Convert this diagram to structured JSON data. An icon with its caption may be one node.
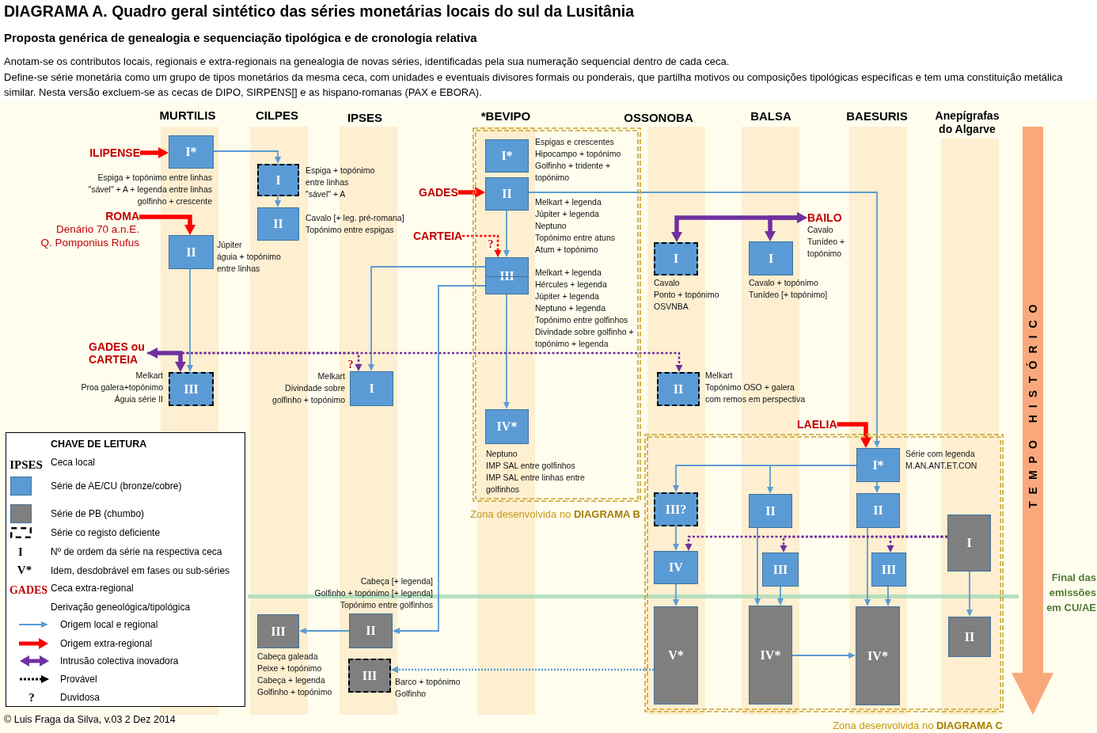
{
  "diagram": {
    "title": "DIAGRAMA A. Quadro geral sintético das séries monetárias locais do sul da Lusitânia",
    "nodes": [
      {
        "text": [
          "ILIPENSE"
        ]
      },
      {
        "text": [
          "I*"
        ],
        "beside": [
          "Espiga + topónimo entre linhas",
          "\"sável\" + A + legenda entre linhas",
          "golfinho + crescente"
        ]
      },
      {
        "text": [
          "I"
        ],
        "beside": [
          "Espiga + topónimo entre linhas",
          "\"sável\" + A"
        ]
      },
      {
        "text": [
          "II"
        ],
        "beside": [
          "Cavalo [+ leg. pré-romana]",
          "Topónimo entre espigas"
        ]
      },
      {
        "text": [
          "Zona desenvolvida no **DIAGRAMA B**"
        ]
      },
      {
        "text": [
          "I*"
        ],
        "in": 4,
        "beside": [
          "Espigas e crescentes",
          "Hipocampo + topónimo",
          "Golfinho + tridente + topónimo"
        ]
      },
      {
        "text": [
          "GADES"
        ]
      },
      {
        "text": [
          "II"
        ],
        "in": 4,
        "beside": [
          "Melkart + legenda",
          "Júpiter + legenda",
          "Neptuno",
          "Topónimo entre atuns",
          "Atum + topónimo"
        ]
      },
      {
        "text": [
          "ROMA",
          "Denário 70 a.n.E.",
          "Q. Pomponius Rufus"
        ]
      },
      {
        "text": [
          "II"
        ],
        "beside": [
          "Júpiter",
          "águia + topónimo entre linhas"
        ]
      },
      {
        "text": [
          "CARTEIA"
        ]
      },
      {
        "text": [
          "III"
        ],
        "in": 4,
        "beside": [
          "Melkart + legenda",
          "Hércules + legenda",
          "Júpiter + legenda",
          "Neptuno + legenda",
          "Topónimo entre golfinhos",
          "Divindade sobre golfinho + topónimo + legenda"
        ]
      },
      {
        "text": [
          "BAILO"
        ],
        "beside": [
          "Cavalo",
          "Tunídeo + topónimo"
        ]
      },
      {
        "text": [
          "I"
        ],
        "beside": [
          "Cavalo",
          "Ponto + topónimo OSVNBA"
        ]
      },
      {
        "text": [
          "I"
        ],
        "beside": [
          "Cavalo + topónimo",
          "Tunídeo [+ topónimo]"
        ]
      },
      {
        "text": [
          "GADES ou CARTEIA"
        ]
      },
      {
        "text": [
          "III"
        ],
        "beside": [
          "Melkart",
          "Proa galera+topónimo",
          "Águia série II"
        ]
      },
      {
        "text": [
          "I"
        ],
        "beside": [
          "Melkart",
          "Divindade sobre golfinho + topónimo"
        ]
      },
      {
        "text": [
          "II"
        ],
        "beside": [
          "Melkart",
          "Topónimo OSO + galera com remos em perspectiva"
        ]
      },
      {
        "text": [
          "IV*"
        ],
        "in": 4,
        "beside": [
          "Neptuno",
          "IMP SAL entre golfinhos",
          "IMP SAL entre linhas entre golfinhos"
        ]
      },
      {
        "text": [
          "LAELIA"
        ]
      },
      {
        "text": [
          "Zona desenvolvida no **DIAGRAMA C**"
        ]
      },
      {
        "text": [
          "I*"
        ],
        "in": 21,
        "beside": [
          "Série com legenda M.AN.ANT.ET.CON"
        ]
      },
      {
        "text": [
          "III?"
        ],
        "in": 21
      },
      {
        "text": [
          "II"
        ],
        "in": 21
      },
      {
        "text": [
          "II"
        ],
        "in": 21
      },
      {
        "text": [
          "I"
        ],
        "in": 21
      },
      {
        "text": [
          "IV"
        ],
        "in": 21
      },
      {
        "text": [
          "III"
        ],
        "in": 21
      },
      {
        "text": [
          "III"
        ],
        "in": 21
      },
      {
        "text": [
          "V*"
        ],
        "in": 21
      },
      {
        "text": [
          "IV*"
        ],
        "in": 21
      },
      {
        "text": [
          "IV*"
        ],
        "in": 21
      },
      {
        "text": [
          "II"
        ],
        "in": 21
      },
      {
        "text": [
          "II"
        ],
        "beside": [
          "Cabeça [+ legenda]",
          "Golfinho + topónimo [+ legenda]",
          "Topónimo entre golfinhos"
        ]
      },
      {
        "text": [
          "III"
        ],
        "beside": [
          "Cabeça galeada",
          "Peixe + topónimo",
          "Cabeça + legenda",
          "Golfinho + topónimo"
        ]
      },
      {
        "text": [
          "III"
        ],
        "beside": [
          "Barco + topónimo",
          "Golfinho"
        ]
      }
    ],
    "edges": [
      {
        "from": 0,
        "to": 1,
        "arrow": "to",
        "style": "thick",
        "color": "#ff0000"
      },
      {
        "from": 1,
        "to": 2,
        "arrow": "to"
      },
      {
        "from": 2,
        "to": 3,
        "arrow": "to"
      },
      {
        "from": 8,
        "to": 9,
        "arrow": "to",
        "style": "thick",
        "color": "#ff0000"
      },
      {
        "from": 9,
        "to": 16,
        "arrow": "to"
      },
      {
        "from": 6,
        "to": 7,
        "arrow": "to",
        "style": "thick",
        "color": "#ff0000"
      },
      {
        "from": 7,
        "to": 11,
        "arrow": "to"
      },
      {
        "from": 10,
        "to": 11,
        "arrow": "to",
        "label": "?",
        "style": "dashed",
        "color": "#ff0000"
      },
      {
        "from": 7,
        "to": 22,
        "arrow": "to"
      },
      {
        "from": 11,
        "to": 17,
        "arrow": "to"
      },
      {
        "from": 11,
        "to": 34,
        "arrow": "to"
      },
      {
        "from": 11,
        "to": 19,
        "arrow": "to"
      },
      {
        "from": 12,
        "to": 13,
        "arrow": "both",
        "style": "thick",
        "color": "#7030a0"
      },
      {
        "from": 12,
        "to": 14,
        "arrow": "both",
        "style": "thick",
        "color": "#7030a0"
      },
      {
        "from": 15,
        "to": 16,
        "arrow": "both",
        "style": "thick",
        "color": "#7030a0"
      },
      {
        "from": 15,
        "to": 17,
        "arrow": "to",
        "label": "?",
        "style": "dashed",
        "color": "#7030a0"
      },
      {
        "from": 15,
        "to": 18,
        "arrow": "to",
        "style": "dashed",
        "color": "#7030a0"
      },
      {
        "from": 20,
        "to": 22,
        "arrow": "to",
        "style": "thick",
        "color": "#ff0000"
      },
      {
        "from": 22,
        "to": 23,
        "arrow": "to"
      },
      {
        "from": 22,
        "to": 24,
        "arrow": "to"
      },
      {
        "from": 22,
        "to": 25,
        "arrow": "to"
      },
      {
        "from": 23,
        "to": 27,
        "arrow": "to"
      },
      {
        "from": 27,
        "to": 30,
        "arrow": "to"
      },
      {
        "from": 24,
        "to": 31,
        "arrow": "to"
      },
      {
        "from": 28,
        "to": 31,
        "arrow": "to"
      },
      {
        "from": 25,
        "to": 32,
        "arrow": "to"
      },
      {
        "from": 29,
        "to": 32,
        "arrow": "to"
      },
      {
        "from": 31,
        "to": 32,
        "arrow": "to"
      },
      {
        "from": 26,
        "to": 27,
        "arrow": "to",
        "style": "dashed",
        "color": "#7030a0"
      },
      {
        "from": 26,
        "to": 28,
        "arrow": "to",
        "style": "dashed",
        "color": "#7030a0"
      },
      {
        "from": 26,
        "to": 29,
        "arrow": "to",
        "style": "dashed",
        "color": "#7030a0"
      },
      {
        "from": 26,
        "to": 33,
        "arrow": "to"
      },
      {
        "from": 30,
        "to": 36,
        "arrow": "to",
        "style": "dashed"
      },
      {
        "from": 34,
        "to": 35,
        "arrow": "to"
      }
    ],
    "labels": [
      "Proposta genérica de genealogia e sequenciação tipológica e de cronologia relativa",
      "Anotam-se os contributos locais, regionais e extra-regionais na genealogia de novas séries, identificadas pela sua numeração sequencial dentro de cada ceca.",
      "Define-se série monetária como um grupo de tipos monetários da mesma ceca, com unidades e eventuais divisores formais ou ponderais, que partilha motivos ou composições tipológicas específicas e tem uma constituição metálica similar. Nesta versão excluem-se as cecas de DIPO, SIRPENS[] e as hispano-romanas (PAX e EBORA).",
      "MURTILIS",
      "CILPES",
      "IPSES",
      "*BEVIPO",
      "OSSONOBA",
      "BALSA",
      "BAESURIS",
      "Anepígrafas do Algarve",
      "TEMPO HISTÓRICO",
      "Final das emissões em CU/AE",
      "CHAVE DE LEITURA",
      "IPSES",
      "I",
      "V*",
      "GADES",
      "?",
      "© Luis Fraga da Silva, v.03 2 Dez 2014"
    ],
    "legend": [
      {
        "text": "Ceca local"
      },
      {
        "text": "Série de AE/CU (bronze/cobre)",
        "color": "#5b9bd5"
      },
      {
        "text": "Série de PB (chumbo)",
        "color": "#7f7f7f"
      },
      {
        "text": "Série co registo deficiente"
      },
      {
        "text": "Nº de ordem da série na respectiva ceca"
      },
      {
        "text": "Idem, desdobrável em fases ou sub-séries"
      },
      {
        "text": "Ceca extra-regional"
      },
      {
        "text": "Derivação geneológica/tipológica"
      },
      {
        "text": "Origem local e regional"
      },
      {
        "text": "Origem extra-regional"
      },
      {
        "text": "Intrusão colectiva inovadora"
      },
      {
        "text": "Provável"
      },
      {
        "text": "Duvidosa"
      }
    ]
  }
}
